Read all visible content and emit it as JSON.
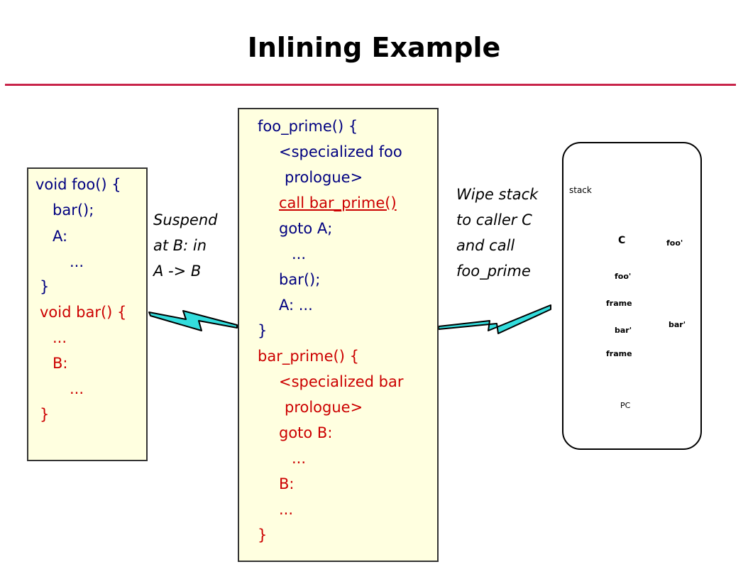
{
  "title": "Inlining Example",
  "original_code": {
    "lines": [
      {
        "text": "void foo() {",
        "color": "navy"
      },
      {
        "text": "bar();",
        "color": "navy"
      },
      {
        "text": "A:",
        "color": "navy"
      },
      {
        "text": "...",
        "color": "navy"
      },
      {
        "text": "}",
        "color": "navy"
      },
      {
        "text": "void bar() {",
        "color": "red"
      },
      {
        "text": "...",
        "color": "red"
      },
      {
        "text": "B:",
        "color": "red"
      },
      {
        "text": "...",
        "color": "red"
      },
      {
        "text": "}",
        "color": "red"
      }
    ]
  },
  "suspend_note": [
    "Suspend",
    "at B: in",
    "A -> B"
  ],
  "specialized_code": {
    "lines": [
      {
        "text": "foo_prime() {",
        "color": "navy"
      },
      {
        "text": "<specialized foo",
        "color": "navy"
      },
      {
        "text": "prologue>",
        "color": "navy"
      },
      {
        "text": "call bar_prime()",
        "color": "red"
      },
      {
        "text": "goto A;",
        "color": "navy"
      },
      {
        "text": "...",
        "color": "navy"
      },
      {
        "text": "bar();",
        "color": "navy"
      },
      {
        "text": "A: ...",
        "color": "navy"
      },
      {
        "text": "}",
        "color": "navy"
      },
      {
        "text": "bar_prime() {",
        "color": "red"
      },
      {
        "text": "<specialized bar",
        "color": "red"
      },
      {
        "text": "prologue>",
        "color": "red"
      },
      {
        "text": "goto B:",
        "color": "red"
      },
      {
        "text": "...",
        "color": "red"
      },
      {
        "text": "B:",
        "color": "red"
      },
      {
        "text": "...",
        "color": "red"
      },
      {
        "text": "}",
        "color": "red"
      }
    ]
  },
  "wipe_note": [
    "Wipe stack",
    "to caller C",
    "and call",
    "foo_prime"
  ],
  "stack_diagram": {
    "stack_label": "stack",
    "caller_label": "C",
    "foo_frame_label": [
      "foo'",
      "frame"
    ],
    "bar_frame_label": [
      "bar'",
      "frame"
    ],
    "pc_label": "PC",
    "foo_code_label": "foo'",
    "bar_code_label": "bar'"
  },
  "colors": {
    "navy": "#000080",
    "red": "#cc0000",
    "rule": "#c8244a",
    "box_fill": "#ffffe0",
    "lightning": "#33dddd",
    "pointer": "#cc1144"
  }
}
